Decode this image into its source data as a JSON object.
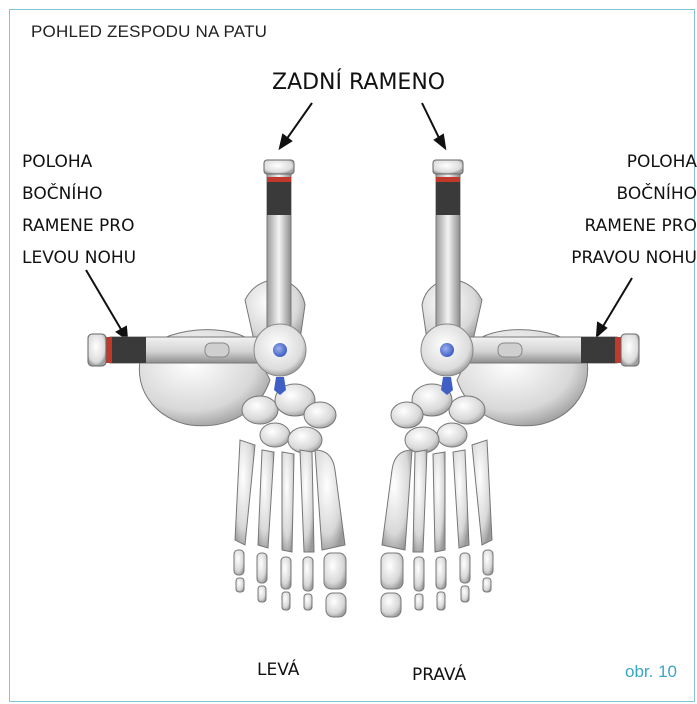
{
  "title": "POHLED ZESPODU NA PATU",
  "rear_arm_label": "ZADNÍ RAMENO",
  "left_side_label": [
    "POLOHA",
    "BOČNÍHO",
    "RAMENE PRO",
    "LEVOU NOHU"
  ],
  "right_side_label": [
    "POLOHA",
    "BOČNÍHO",
    "RAMENE PRO",
    "PRAVOU NOHU"
  ],
  "left_foot_label": "LEVÁ",
  "right_foot_label": "PRAVÁ",
  "figure_number": "obr. 10",
  "colors": {
    "frame": "#7ec8d8",
    "figure_number": "#3aa6c8",
    "red_band": "#c0392b",
    "knob_center": "#3f5fc4"
  }
}
